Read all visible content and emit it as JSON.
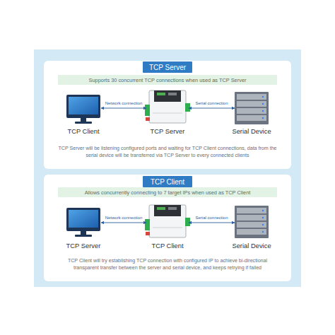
{
  "diagram": {
    "nodes": [
      {
        "text": [
          "TCP Server will be listening configured ports and waiting for TCP Client connections, data from the serial device will be transferred via TCP Server to every connected clients"
        ]
      },
      {
        "text": [
          "TCP Server"
        ],
        "in": 0
      },
      {
        "text": [
          "Supports 30 concurrent TCP connections when used as TCP Server"
        ],
        "in": 0
      },
      {
        "text": [
          "TCP Client"
        ],
        "in": 0
      },
      {
        "text": [
          "TCP Server"
        ],
        "in": 0
      },
      {
        "text": [
          "Serial Device"
        ],
        "in": 0
      },
      {
        "text": [
          "TCP Client will try establishing TCP connection with configured IP to achieve bi-directional transparent transfer between the server and serial device, and keeps retrying if failed"
        ]
      },
      {
        "text": [
          "TCP Client"
        ],
        "in": 6
      },
      {
        "text": [
          "Allows concurrently connecting to 7 target IPs when used as TCP Client"
        ],
        "in": 6
      },
      {
        "text": [
          "TCP Server"
        ],
        "in": 6
      },
      {
        "text": [
          "TCP Client"
        ],
        "in": 6
      },
      {
        "text": [
          "Serial Device"
        ],
        "in": 6
      }
    ],
    "edges": [
      {
        "from": 3,
        "to": 4,
        "label": "Network connection",
        "arrow": "both"
      },
      {
        "from": 4,
        "to": 5,
        "label": "Serial connection",
        "arrow": "both"
      },
      {
        "from": 9,
        "to": 10,
        "label": "Network connection",
        "arrow": "both"
      },
      {
        "from": 10,
        "to": 11,
        "label": "Serial connection",
        "arrow": "both"
      }
    ]
  }
}
